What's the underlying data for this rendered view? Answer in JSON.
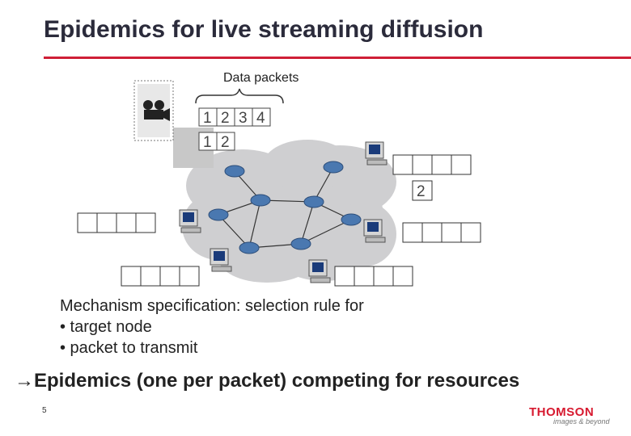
{
  "slide": {
    "title": "Epidemics for live streaming diffusion",
    "page_number": "5",
    "accent_color": "#cf1f36"
  },
  "diagram": {
    "data_packets_label": "Data packets",
    "source_row_1": [
      "1",
      "2",
      "3",
      "4"
    ],
    "source_row_2": [
      "1",
      "2"
    ],
    "node_buffer_right_top": [
      "",
      "",
      "",
      ""
    ],
    "node_buffer_right_value": "2",
    "node_buffer_right_mid": [
      "",
      "",
      "",
      ""
    ],
    "node_buffer_left_top": [
      "",
      "",
      "",
      ""
    ],
    "node_buffer_left_bottom": [
      "",
      "",
      "",
      ""
    ],
    "node_buffer_bottom_right": [
      "",
      "",
      "",
      ""
    ],
    "icons": [
      "film-camera-icon",
      "router-icon",
      "computer-icon"
    ]
  },
  "mechanism": {
    "line1": "Mechanism specification: selection rule for",
    "line2": "• target node",
    "line3": "• packet to transmit"
  },
  "conclusion": "→Epidemics (one per packet) competing for resources",
  "logo": {
    "name": "THOMSON",
    "tagline": "images & beyond"
  }
}
